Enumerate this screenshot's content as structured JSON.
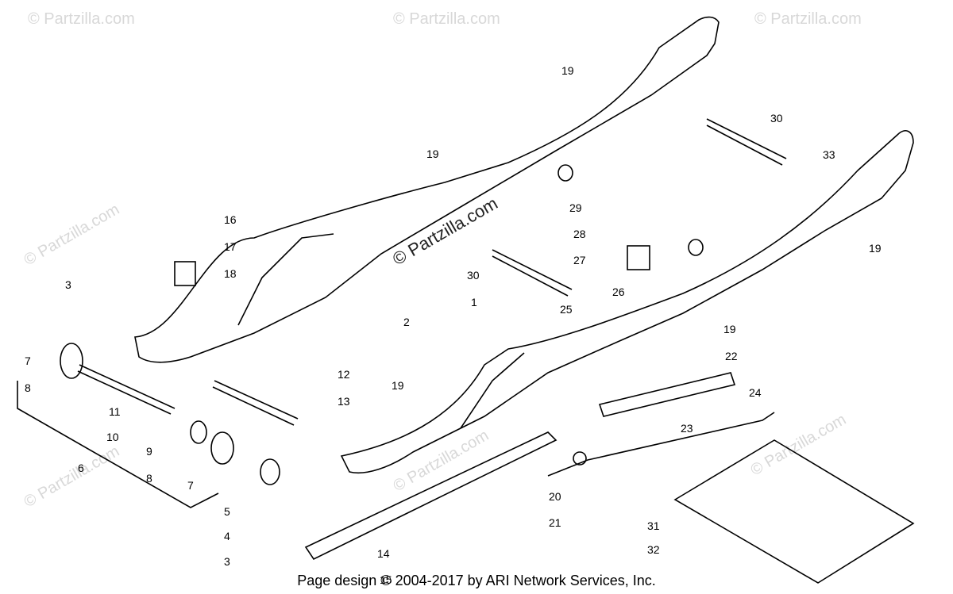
{
  "watermark": {
    "text": "© Partzilla.com",
    "center_text": "© Partzilla.com"
  },
  "footer": "Page design © 2004-2017 by ARI Network Services, Inc.",
  "callouts": [
    "19",
    "30",
    "19",
    "33",
    "19",
    "29",
    "16",
    "17",
    "28",
    "27",
    "18",
    "30",
    "26",
    "1",
    "3",
    "2",
    "25",
    "19",
    "22",
    "7",
    "8",
    "11",
    "12",
    "19",
    "24",
    "13",
    "23",
    "10",
    "9",
    "6",
    "8",
    "7",
    "5",
    "20",
    "4",
    "21",
    "31",
    "32",
    "3",
    "14",
    "15"
  ]
}
